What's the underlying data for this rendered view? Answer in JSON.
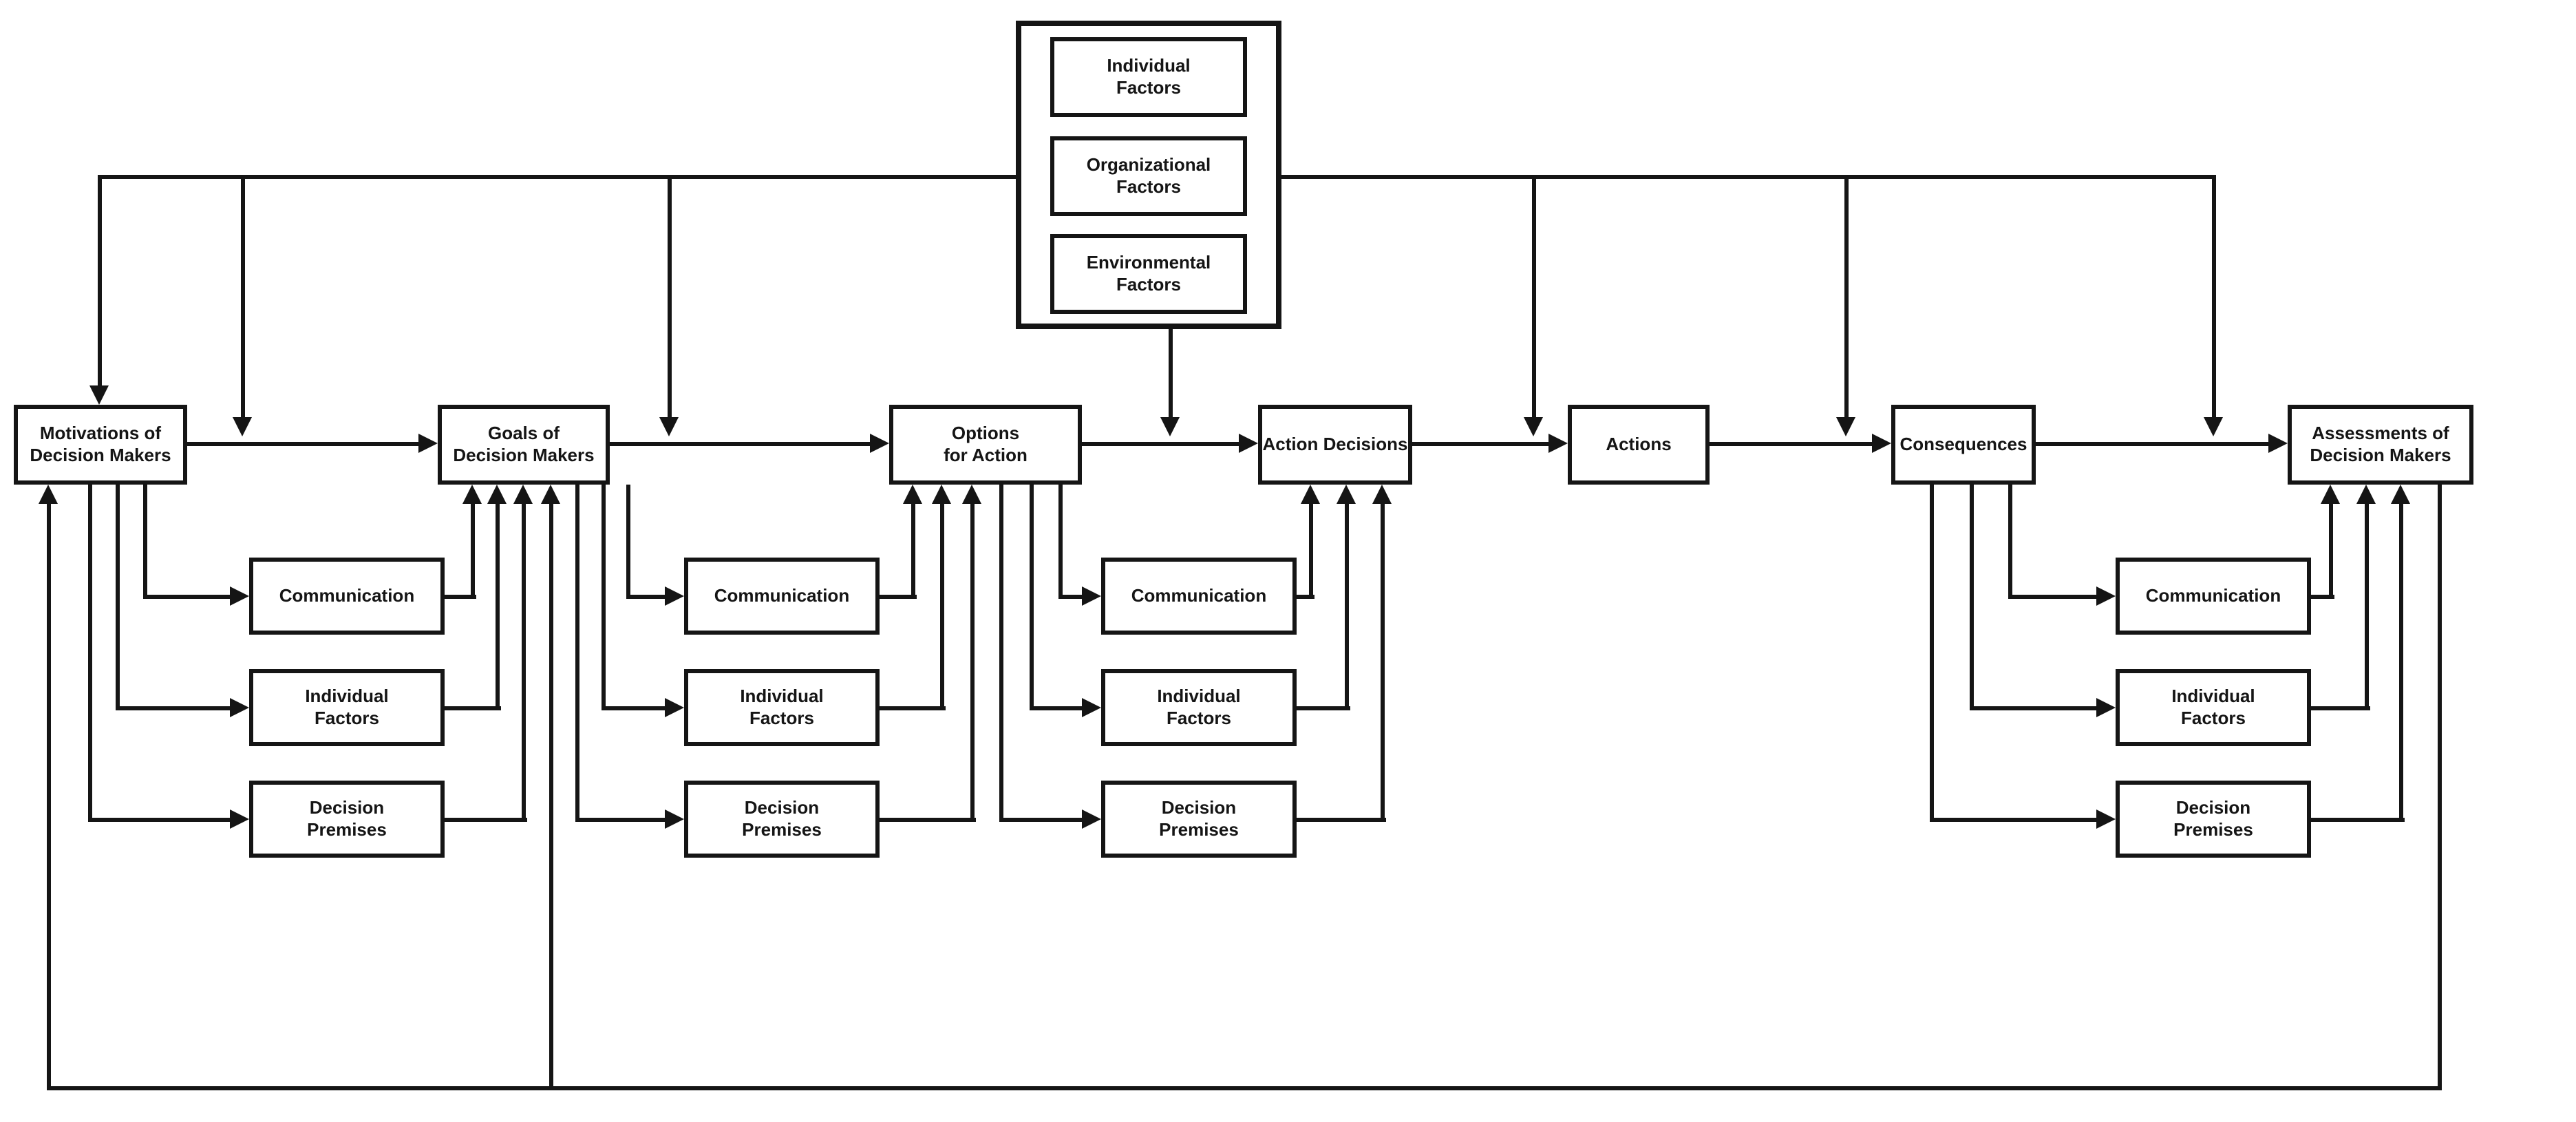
{
  "diagram": {
    "background": "#ffffff",
    "ink_color": "#151515",
    "factors_panel": {
      "items": [
        {
          "id": "individual-factors",
          "label": "Individual\nFactors"
        },
        {
          "id": "organizational-factors",
          "label": "Organizational\nFactors"
        },
        {
          "id": "environmental-factors",
          "label": "Environmental\nFactors"
        }
      ]
    },
    "main_flow": [
      {
        "id": "motivations",
        "label": "Motivations of\nDecision Makers"
      },
      {
        "id": "goals",
        "label": "Goals of\nDecision Makers"
      },
      {
        "id": "options",
        "label": "Options\nfor Action"
      },
      {
        "id": "action-decisions",
        "label": "Action Decisions"
      },
      {
        "id": "actions",
        "label": "Actions"
      },
      {
        "id": "consequences",
        "label": "Consequences"
      },
      {
        "id": "assessments",
        "label": "Assessments of\nDecision Makers"
      }
    ],
    "sub_columns": [
      {
        "under": "Motivations of Decision Makers",
        "feeds": "Goals of Decision Makers",
        "boxes": [
          {
            "label": "Communication"
          },
          {
            "label": "Individual\nFactors"
          },
          {
            "label": "Decision\nPremises"
          }
        ]
      },
      {
        "under": "Goals of Decision Makers",
        "feeds": "Options for Action",
        "boxes": [
          {
            "label": "Communication"
          },
          {
            "label": "Individual\nFactors"
          },
          {
            "label": "Decision\nPremises"
          }
        ]
      },
      {
        "under": "Options for Action",
        "feeds": "Action Decisions",
        "boxes": [
          {
            "label": "Communication"
          },
          {
            "label": "Individual\nFactors"
          },
          {
            "label": "Decision\nPremises"
          }
        ]
      },
      {
        "under": "Consequences",
        "feeds": "Assessments of Decision Makers",
        "boxes": [
          {
            "label": "Communication"
          },
          {
            "label": "Individual\nFactors"
          },
          {
            "label": "Decision\nPremises"
          }
        ]
      }
    ]
  }
}
